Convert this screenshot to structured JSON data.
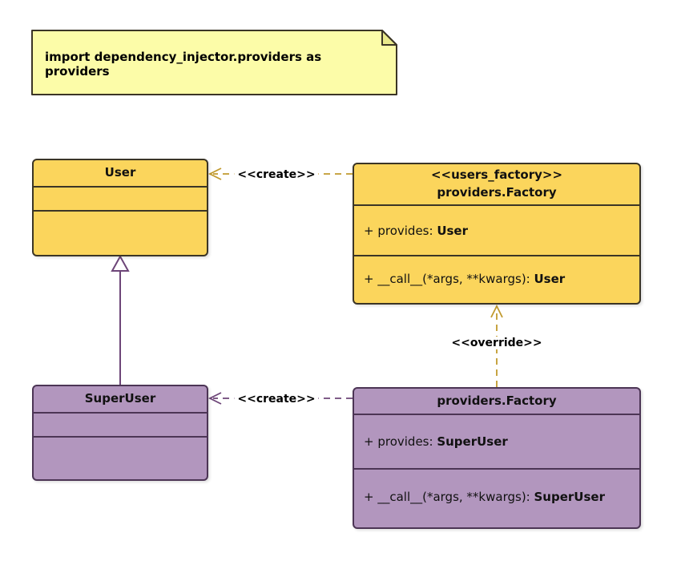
{
  "colors": {
    "yellow_fill": "#FBD55C",
    "yellow_border": "#3B3526",
    "purple_fill": "#B296BE",
    "purple_border": "#4C3555",
    "note_fill": "#FCFCA8",
    "note_fold": "#E9E98B",
    "gold_arrow": "#C19A2E",
    "purple_arrow": "#6D4578"
  },
  "note": {
    "text": "import dependency_injector.providers as providers"
  },
  "classes": {
    "user": {
      "title": "User"
    },
    "users_factory": {
      "stereotype": "<<users_factory>>",
      "title": "providers.Factory",
      "members": [
        {
          "prefix": "+ provides: ",
          "type": "User"
        },
        {
          "prefix": "+ __call__(*args, **kwargs): ",
          "type": "User"
        }
      ]
    },
    "superuser": {
      "title": "SuperUser"
    },
    "superuser_factory": {
      "title": "providers.Factory",
      "members": [
        {
          "prefix": "+ provides: ",
          "type": "SuperUser"
        },
        {
          "prefix": "+ __call__(*args, **kwargs): ",
          "type": "SuperUser"
        }
      ]
    }
  },
  "edges": {
    "create_user_label": "<<create>>",
    "create_superuser_label": "<<create>>",
    "override_label": "<<override>>"
  }
}
